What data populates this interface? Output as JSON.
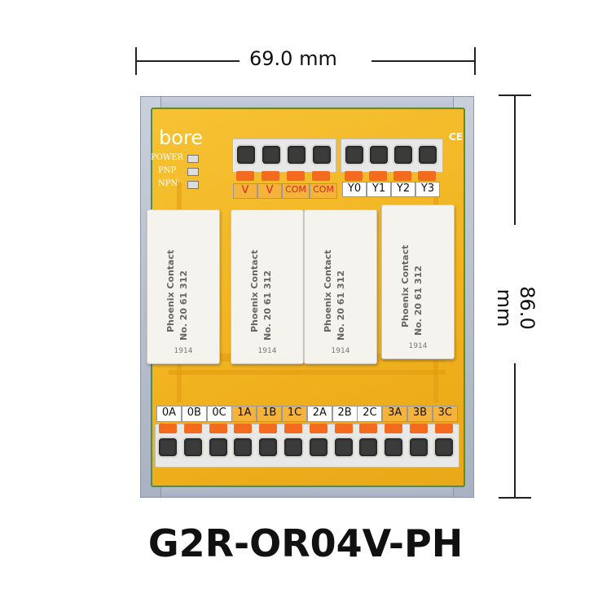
{
  "dimensions": {
    "width_label": "69.0 mm",
    "height_label": "86.0 mm"
  },
  "board": {
    "brand": "bore",
    "ce_mark": "CE",
    "leds": [
      "POWER",
      "PNP",
      "NPN"
    ],
    "top_left_labels": [
      "V",
      "V",
      "COM",
      "COM"
    ],
    "top_right_labels": [
      "Y0",
      "Y1",
      "Y2",
      "Y3"
    ],
    "bottom_labels": [
      "0A",
      "0B",
      "0C",
      "1A",
      "1B",
      "1C",
      "2A",
      "2B",
      "2C",
      "3A",
      "3B",
      "3C"
    ],
    "relay": {
      "maker": "Phoenix Contact",
      "part": "No. 20 61 312",
      "date": "1914",
      "count": 4
    }
  },
  "model": "G2R-OR04V-PH"
}
